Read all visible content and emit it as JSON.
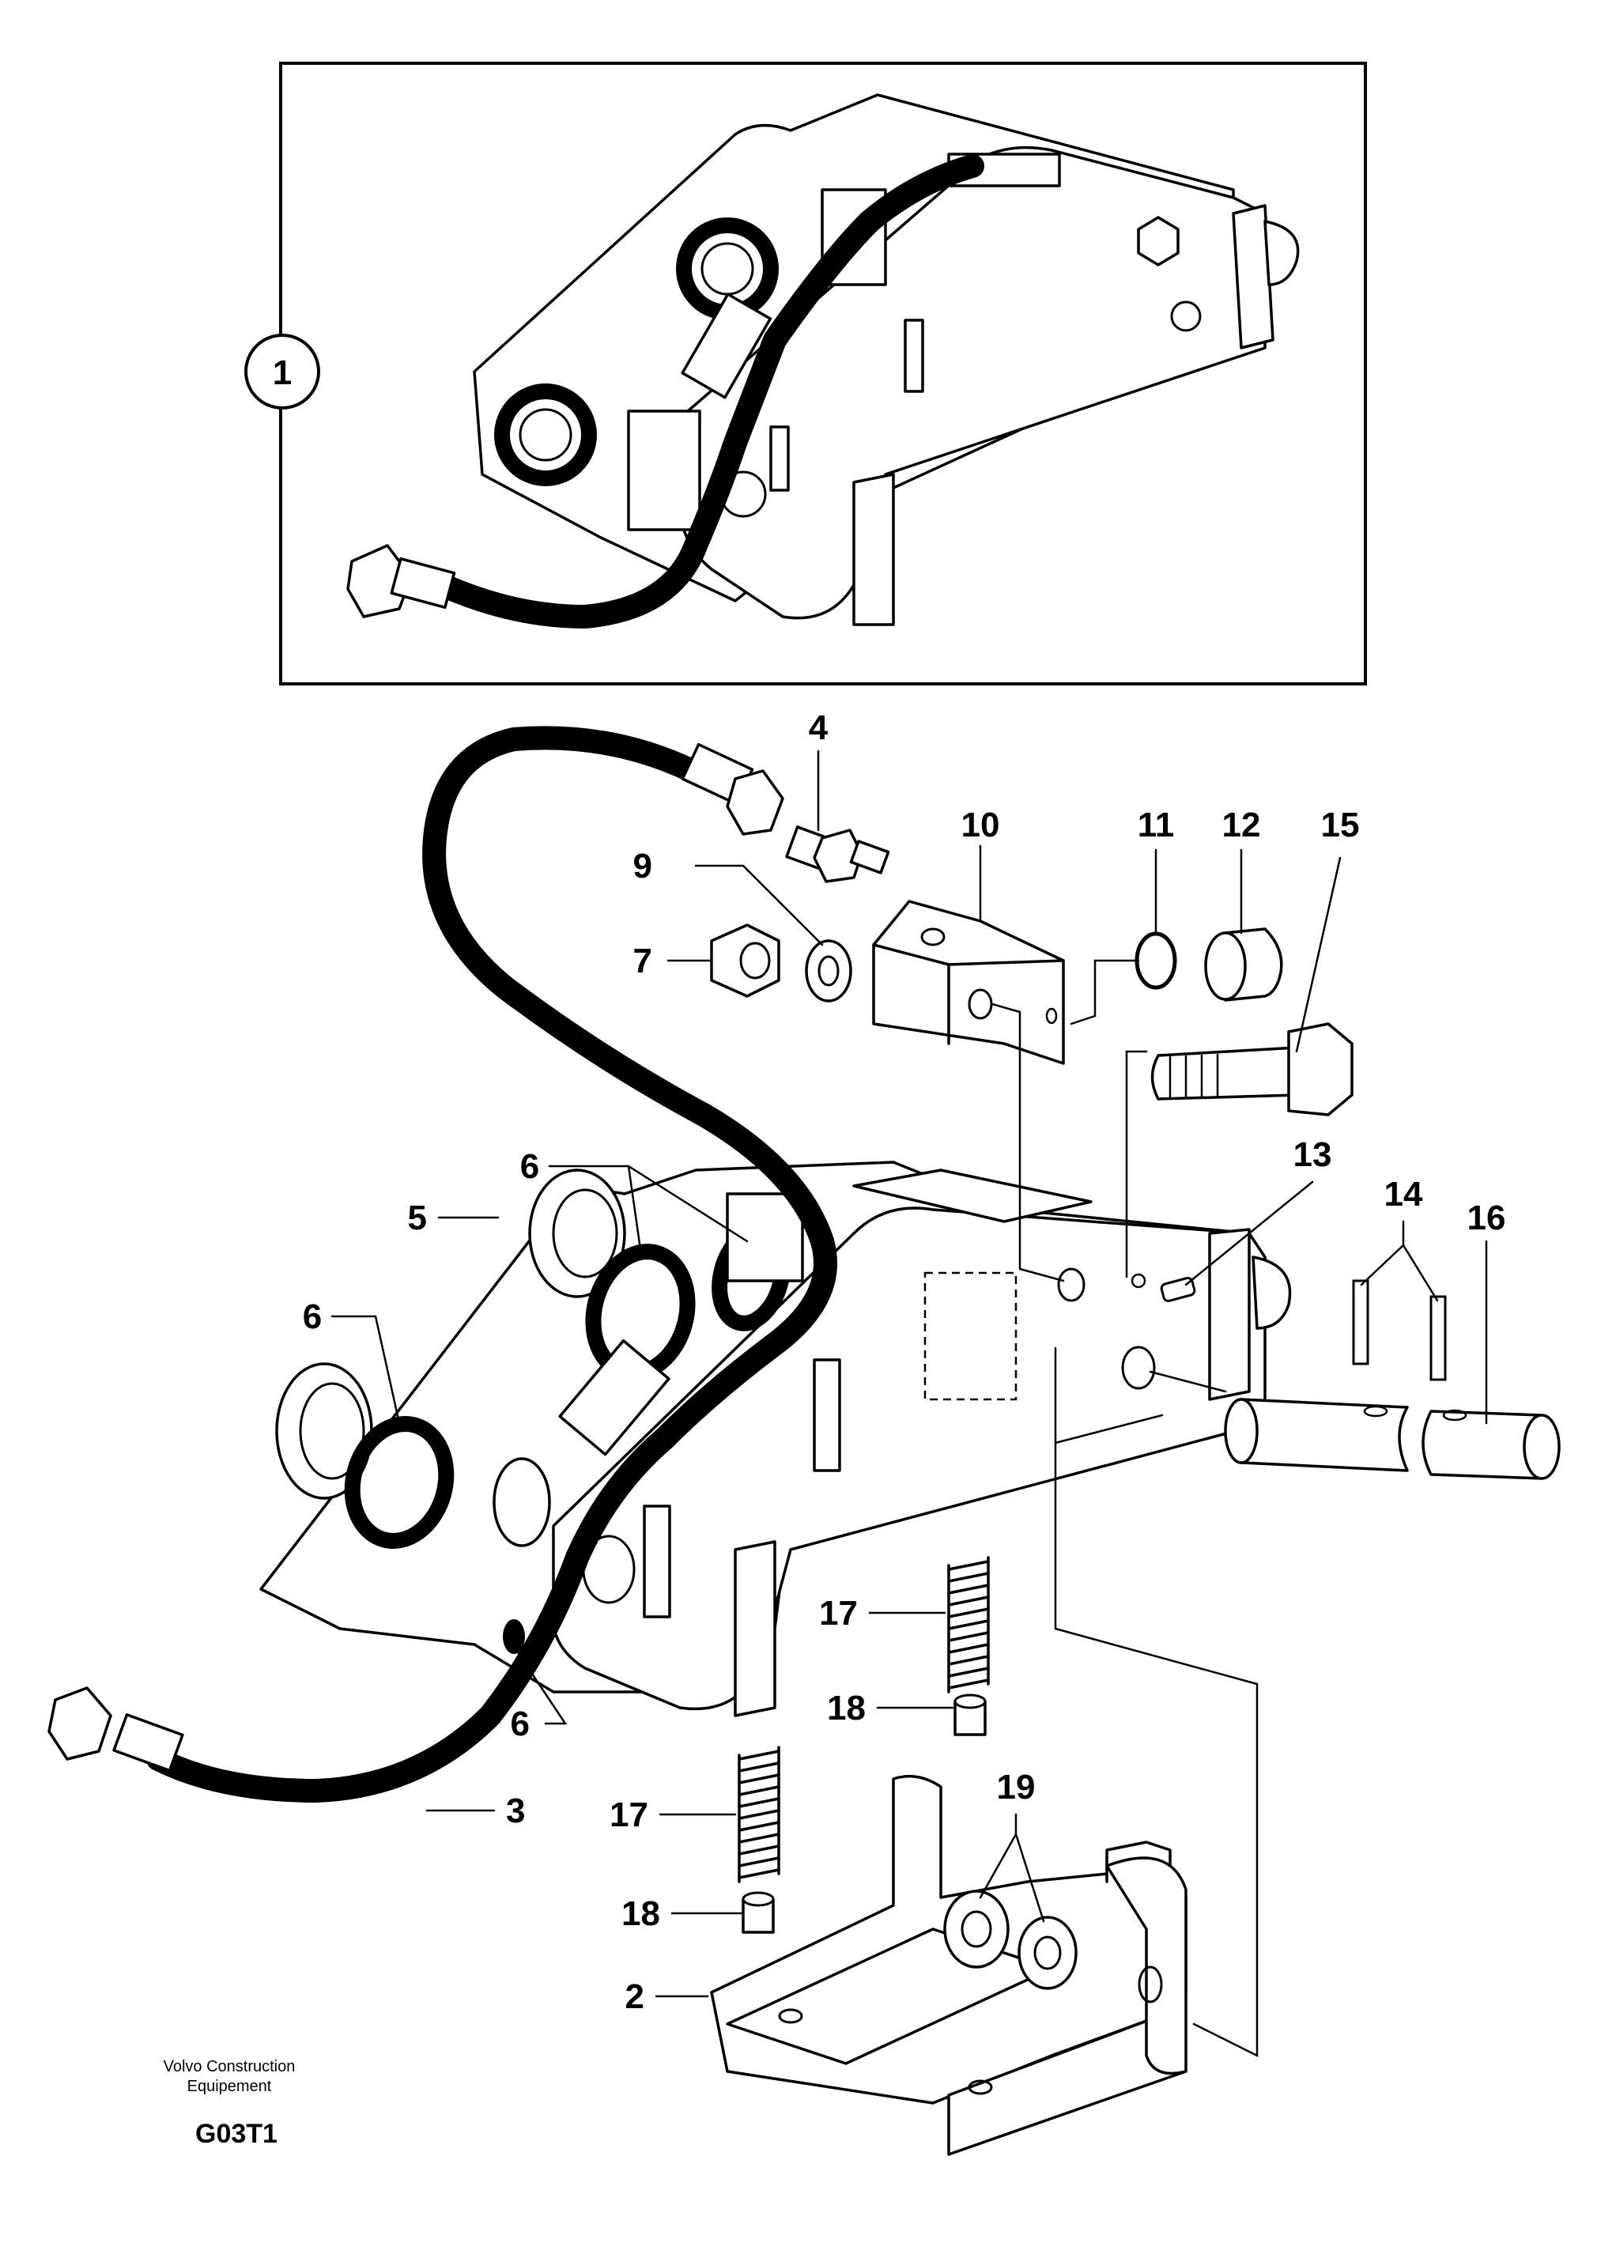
{
  "diagram": {
    "callouts": {
      "c1": "1",
      "c2": "2",
      "c3": "3",
      "c4": "4",
      "c5": "5",
      "c6a": "6",
      "c6b": "6",
      "c6c": "6",
      "c7": "7",
      "c9": "9",
      "c10": "10",
      "c11": "11",
      "c12": "12",
      "c13": "13",
      "c14": "14",
      "c15": "15",
      "c16": "16",
      "c17a": "17",
      "c17b": "17",
      "c18a": "18",
      "c18b": "18",
      "c19": "19"
    },
    "footer": {
      "company_line1": "Volvo Construction",
      "company_line2": "Equipement",
      "drawing_code": "G03T1"
    }
  }
}
